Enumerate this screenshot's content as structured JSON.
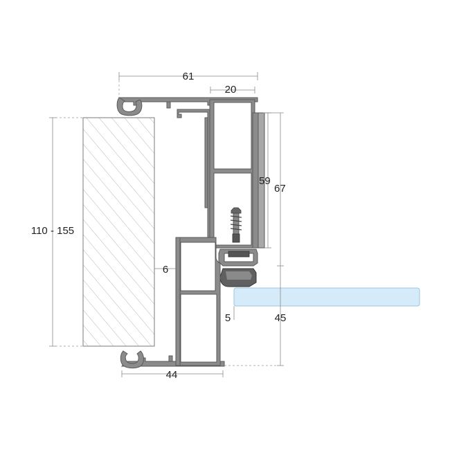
{
  "colors": {
    "profile": "#8b8b8b",
    "profile_dark": "#5a5a5a",
    "glass_fill": "#d6ebfa",
    "glass_stroke": "#9cc4e0",
    "wall_hatch": "#b5b5b5",
    "dimension": "#888888"
  },
  "dimensions": {
    "top_width": "61",
    "top_inner": "20",
    "height_inner": "59",
    "height_outer": "67",
    "wall_range": "110 - 155",
    "gap_left": "6",
    "glass_gap": "5",
    "lower_height": "45",
    "bottom_width": "44"
  },
  "icons": {
    "screw": "screw-icon",
    "glass": "glass-pane",
    "wall": "wall-section"
  }
}
